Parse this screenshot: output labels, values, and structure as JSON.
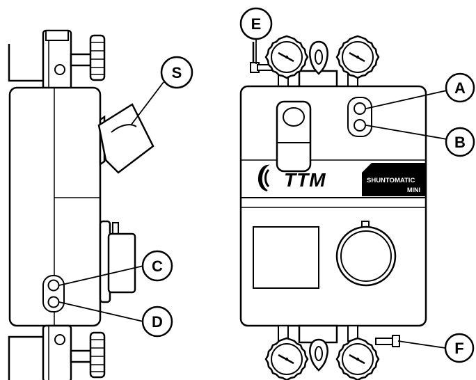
{
  "callouts": {
    "s": "S",
    "e": "E",
    "a": "A",
    "b": "B",
    "c": "C",
    "d": "D",
    "f": "F"
  },
  "front_panel": {
    "brand": "TTM",
    "badge_line1": "SHUNTOMATIC",
    "badge_line2": "MINI"
  },
  "colors": {
    "line": "#000000",
    "fill": "#ffffff"
  }
}
